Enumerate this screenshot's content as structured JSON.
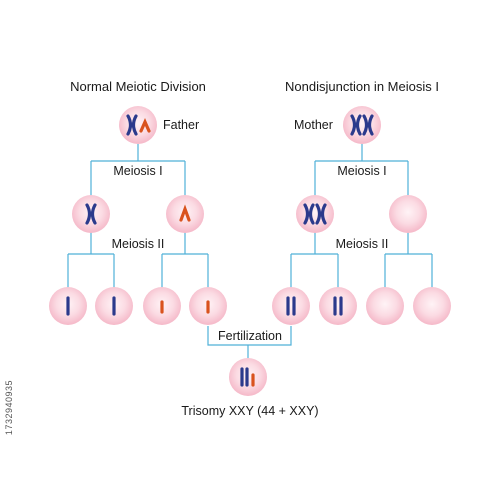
{
  "titles": {
    "left": "Normal Meiotic Division",
    "right": "Nondisjunction in Meiosis I"
  },
  "parents": {
    "father": "Father",
    "mother": "Mother"
  },
  "stages": {
    "meiosis1_left": "Meiosis I",
    "meiosis1_right": "Meiosis I",
    "meiosis2_left": "Meiosis II",
    "meiosis2_right": "Meiosis II",
    "fertilization": "Fertilization"
  },
  "result": "Trisomy XXY (44 + XXY)",
  "stock_id": "1732940935",
  "colors": {
    "cell_fill": "#f9d3dd",
    "cell_edge": "#f3b3c3",
    "connector": "#4fb0d8",
    "x_chromosome": "#2b3a8c",
    "y_chromosome": "#d9531e"
  }
}
